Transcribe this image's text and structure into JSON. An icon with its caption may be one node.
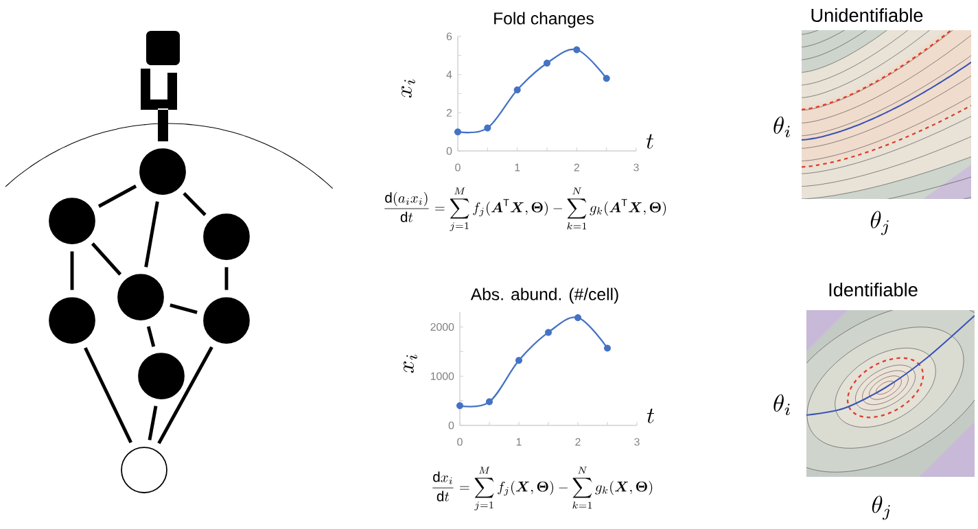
{
  "diagram": {
    "nodes": [
      {
        "text": [],
        "shape": "circle"
      },
      {
        "text": [],
        "shape": "circle"
      },
      {
        "text": [],
        "shape": "circle"
      },
      {
        "text": [],
        "shape": "circle"
      },
      {
        "text": [],
        "shape": "circle"
      },
      {
        "text": [],
        "shape": "circle"
      },
      {
        "text": [],
        "shape": "circle"
      },
      {
        "text": [],
        "shape": "circle"
      }
    ],
    "edges": [
      {
        "from": 0,
        "to": 1,
        "arrow": "none"
      },
      {
        "from": 0,
        "to": 3,
        "arrow": "none"
      },
      {
        "from": 0,
        "to": 2,
        "arrow": "none"
      },
      {
        "from": 1,
        "to": 4,
        "arrow": "none"
      },
      {
        "from": 1,
        "to": 3,
        "arrow": "none"
      },
      {
        "from": 2,
        "to": 5,
        "arrow": "none"
      },
      {
        "from": 3,
        "to": 5,
        "arrow": "none"
      },
      {
        "from": 3,
        "to": 6,
        "arrow": "none"
      },
      {
        "from": 4,
        "to": 7,
        "arrow": "none"
      },
      {
        "from": 6,
        "to": 7,
        "arrow": "none"
      },
      {
        "from": 5,
        "to": 7,
        "arrow": "none"
      }
    ],
    "labels": [
      "Unidentifiable",
      "\\theta_i",
      "\\theta_j",
      "\\frac{\\mathrm{d}(a_i x_i)}{\\mathrm{d}t}=\\sum_{j=1}^{M} f_j(\\boldsymbol{A}^{\\mathrm{T}}\\boldsymbol{X},\\boldsymbol{\\Theta})-\\sum_{k=1}^{N} g_k(\\boldsymbol{A}^{\\mathrm{T}}\\boldsymbol{X},\\boldsymbol{\\Theta})",
      "Identifiable",
      "\\theta_i",
      "\\theta_j",
      "\\frac{\\mathrm{d}x_i}{\\mathrm{d}t}=\\sum_{j=1}^{M} f_j(\\boldsymbol{X},\\boldsymbol{\\Theta})-\\sum_{k=1}^{N} g_k(\\boldsymbol{X},\\boldsymbol{\\Theta})"
    ],
    "chart_data": [
      {
        "type": "line",
        "title": "Fold changes",
        "xlabel": "t",
        "ylabel": "x_i",
        "x": [
          0,
          0.5,
          1,
          1.5,
          2,
          2.5
        ],
        "series": [
          {
            "color": "#4472c4",
            "marker": "circle",
            "values": [
              1.0,
              1.2,
              3.2,
              4.6,
              5.3,
              3.8
            ]
          }
        ],
        "xlim": [
          0,
          3
        ],
        "ylim": [
          0,
          6
        ],
        "xticks": [
          0,
          1,
          2,
          3
        ],
        "yticks": [
          0,
          2,
          4,
          6
        ]
      },
      {
        "type": "line",
        "title": "Abs. abund. (#/cell)",
        "xlabel": "t",
        "ylabel": "x_i",
        "x": [
          0,
          0.5,
          1,
          1.5,
          2,
          2.5
        ],
        "series": [
          {
            "color": "#4472c4",
            "marker": "circle",
            "values": [
              400,
              480,
              1320,
              1890,
              2190,
              1570
            ]
          }
        ],
        "xlim": [
          0,
          3
        ],
        "ylim": [
          0,
          2300
        ],
        "xticks": [
          0,
          1,
          2,
          3
        ],
        "yticks": [
          0,
          1000,
          2000
        ]
      }
    ]
  }
}
